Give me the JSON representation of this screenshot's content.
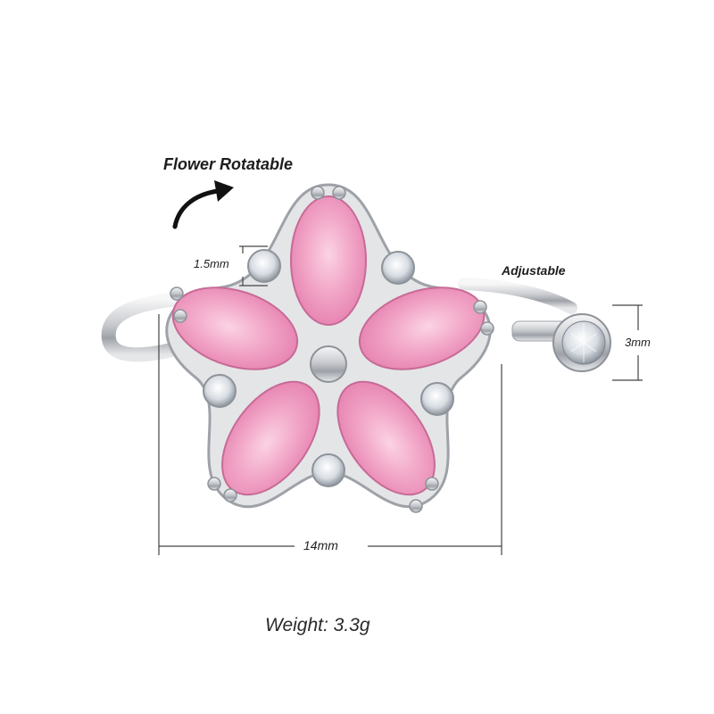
{
  "annotations": {
    "rotatable_label": "Flower Rotatable",
    "adjustable_label": "Adjustable",
    "side_stone_size": "1.5mm",
    "end_stone_size": "3mm",
    "flower_width": "14mm",
    "weight": "Weight: 3.3g"
  },
  "colors": {
    "petal_pink": "#f2a7c8",
    "petal_highlight": "#fbd3e4",
    "metal_silver": "#d7d9dc",
    "stone_white": "#eef2f6",
    "dimension_line": "#444444"
  },
  "icons": {
    "rotation_arrow": "curved-arrow-icon"
  }
}
